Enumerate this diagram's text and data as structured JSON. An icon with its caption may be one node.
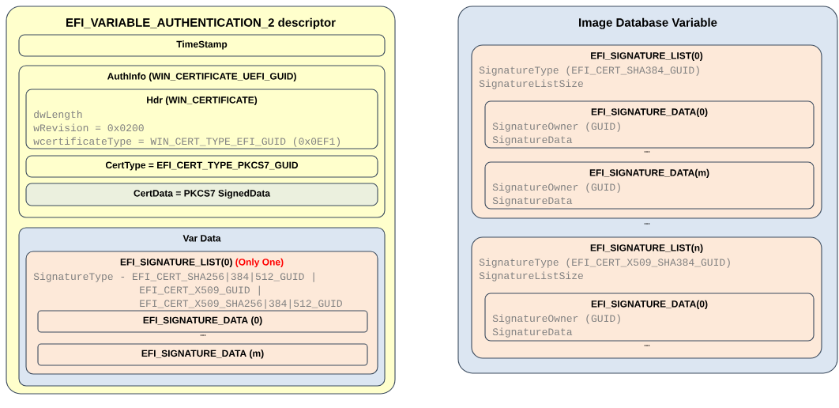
{
  "diagram": {
    "nodes": [
      {
        "text": [
          "EFI_VARIABLE_AUTHENTICATION_2 descriptor"
        ]
      },
      {
        "text": [
          "TimeStamp"
        ],
        "in": 0
      },
      {
        "text": [
          "AuthInfo (WIN_CERTIFICATE_UEFI_GUID)"
        ],
        "in": 0
      },
      {
        "text": [
          "Hdr (WIN_CERTIFICATE)",
          "dwLength",
          "wRevision = 0x0200",
          "wcertificateType = WIN_CERT_TYPE_EFI_GUID (0x0EF1)"
        ],
        "in": 2
      },
      {
        "text": [
          "CertType = EFI_CERT_TYPE_PKCS7_GUID"
        ],
        "in": 2
      },
      {
        "text": [
          "CertData = PKCS7 SignedData"
        ],
        "in": 2
      },
      {
        "text": [
          "Var Data"
        ],
        "in": 0
      },
      {
        "text": [
          "EFI_SIGNATURE_LIST(0)",
          "(Only One)",
          "SignatureType - EFI_CERT_SHA256|384|512_GUID |",
          "EFI_CERT_X509_GUID |",
          "EFI_CERT_X509_SHA256|384|512_GUID"
        ],
        "in": 6
      },
      {
        "text": [
          "EFI_SIGNATURE_DATA (0)"
        ],
        "in": 7
      },
      {
        "text": [
          "EFI_SIGNATURE_DATA (m)"
        ],
        "in": 7
      },
      {
        "text": [
          "Image Database Variable"
        ]
      },
      {
        "text": [
          "EFI_SIGNATURE_LIST(0)",
          "SignatureType (EFI_CERT_SHA384_GUID)",
          "SignatureListSize"
        ],
        "in": 10
      },
      {
        "text": [
          "EFI_SIGNATURE_DATA(0)",
          "SignatureOwner (GUID)",
          "SignatureData"
        ],
        "in": 11
      },
      {
        "text": [
          "EFI_SIGNATURE_DATA(m)",
          "SignatureOwner (GUID)",
          "SignatureData"
        ],
        "in": 11
      },
      {
        "text": [
          "EFI_SIGNATURE_LIST(n)",
          "SignatureType (EFI_CERT_X509_SHA384_GUID)",
          "SignatureListSize"
        ],
        "in": 10
      },
      {
        "text": [
          "EFI_SIGNATURE_DATA(0)",
          "SignatureOwner (GUID)",
          "SignatureData"
        ],
        "in": 14
      }
    ],
    "labels": [
      "...",
      "...",
      "...",
      "..."
    ]
  }
}
